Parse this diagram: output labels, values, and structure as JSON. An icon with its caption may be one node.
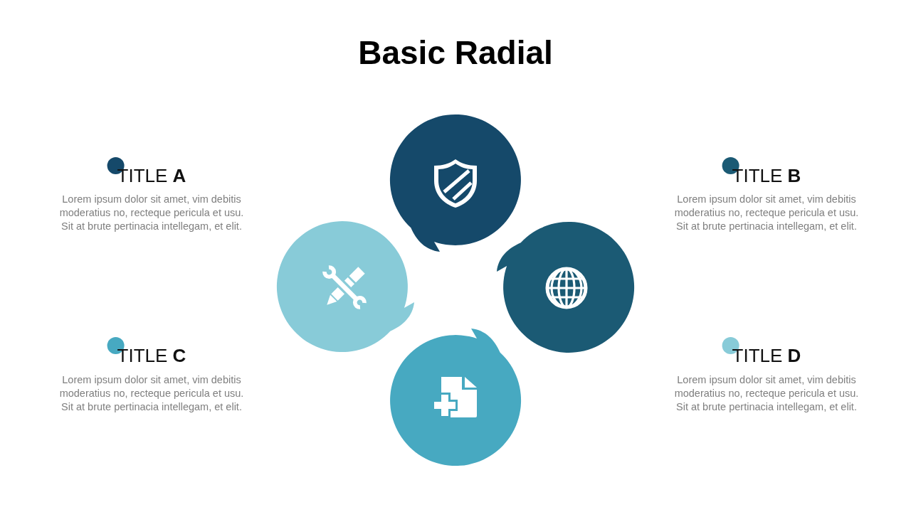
{
  "diagram": {
    "title": "Basic Radial",
    "nodes": [
      {
        "text": [],
        "shape": "circle"
      },
      {
        "text": [],
        "shape": "circle"
      },
      {
        "text": [],
        "shape": "circle"
      },
      {
        "text": [],
        "shape": "circle"
      }
    ],
    "labels": [
      "TITLE **A**",
      "Lorem ipsum dolor sit amet, vim debitis moderatius no, recteque pericula et usu. Sit at brute pertinacia intellegam, et elit.",
      "TITLE **B**",
      "Lorem ipsum dolor sit amet, vim debitis moderatius no, recteque pericula et usu. Sit at brute pertinacia intellegam, et elit.",
      "TITLE **C**",
      "Lorem ipsum dolor sit amet, vim debitis moderatius no, recteque pericula et usu. Sit at brute pertinacia intellegam, et elit.",
      "TITLE **D**",
      "Lorem ipsum dolor sit amet, vim debitis moderatius no, recteque pericula et usu. Sit at brute pertinacia intellegam, et elit."
    ]
  }
}
